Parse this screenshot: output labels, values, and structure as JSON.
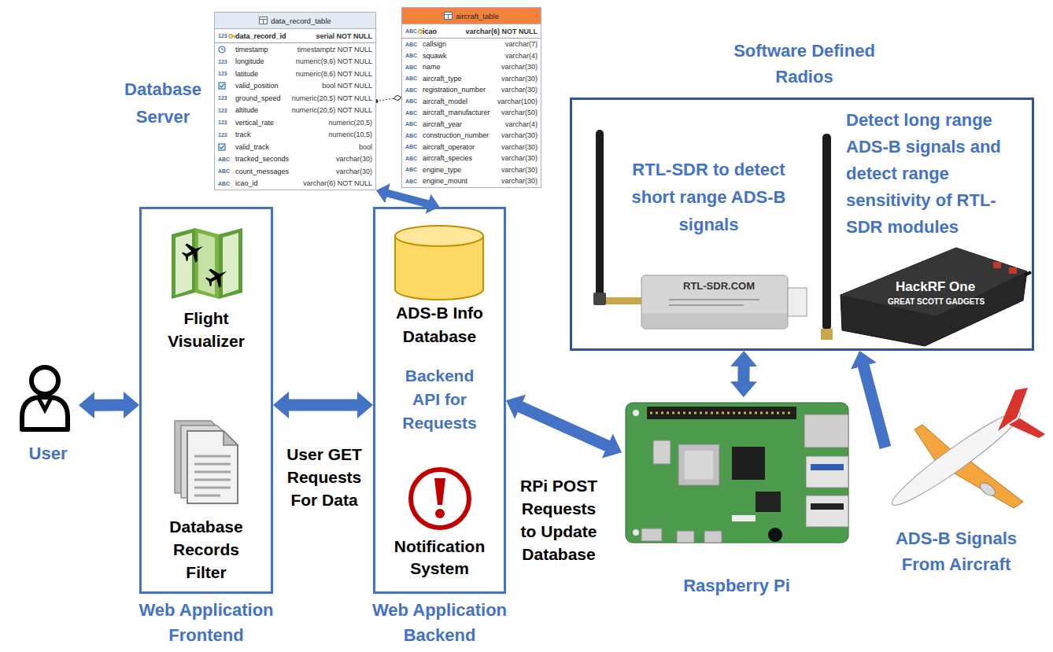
{
  "diagram": {
    "nodes": [
      {
        "text": [
          "data_record_table",
          "123",
          "data_record_id",
          "serial NOT NULL",
          "timestamp",
          "timestamptz NOT NULL",
          "123",
          "longitude",
          "numeric(9,6) NOT NULL",
          "123",
          "latitude",
          "numeric(8,6) NOT NULL",
          "valid_position",
          "bool NOT NULL",
          "123",
          "ground_speed",
          "numeric(20,5) NOT NULL",
          "123",
          "altitude",
          "numeric(20,5) NOT NULL",
          "123",
          "vertical_rate",
          "numeric(20,5)",
          "123",
          "track",
          "numeric(10,5)",
          "valid_track",
          "bool",
          "ABC",
          "tracked_seconds",
          "varchar(30)",
          "ABC",
          "count_messages",
          "varchar(30)",
          "ABC",
          "icao_id",
          "varchar(6) NOT NULL"
        ]
      },
      {
        "text": [
          "aircraft_table",
          "ABC",
          "icao",
          "varchar(6) NOT NULL",
          "ABC",
          "callsign",
          "varchar(7)",
          "ABC",
          "squawk",
          "varchar(4)",
          "ABC",
          "name",
          "varchar(30)",
          "ABC",
          "aircraft_type",
          "varchar(30)",
          "ABC",
          "registration_number",
          "varchar(30)",
          "ABC",
          "aircraft_model",
          "varchar(100)",
          "ABC",
          "aircraft_manufacturer",
          "varchar(50)",
          "ABC",
          "aircraft_year",
          "varchar(4)",
          "ABC",
          "construction_number",
          "varchar(30)",
          "ABC",
          "aircraft_operator",
          "varchar(30)",
          "ABC",
          "aircraft_species",
          "varchar(30)",
          "ABC",
          "engine_type",
          "varchar(30)",
          "ABC",
          "engine_mount",
          "varchar(30)"
        ]
      },
      {
        "text": [
          "Software Defined Radios",
          "RTL-SDR to detect short range ADS-B signals",
          "Detect long range ADS-B signals and detect range sensitivity of RTL-SDR modules"
        ]
      },
      {
        "text": [
          "User"
        ]
      },
      {
        "text": [
          "Flight Visualizer",
          "Database Records Filter",
          "Web Application Frontend"
        ]
      },
      {
        "text": [
          "ADS-B Info Database",
          "Backend API for Requests",
          "Notification System",
          "Web Application Backend"
        ]
      },
      {
        "text": [
          "Raspberry Pi"
        ]
      },
      {
        "text": [
          "ADS-B Signals From Aircraft"
        ]
      }
    ],
    "edges": [
      {
        "from": 3,
        "to": 4,
        "arrow": "both"
      },
      {
        "from": 4,
        "to": 5,
        "arrow": "both",
        "label": "User GET Requests For Data"
      },
      {
        "from": 5,
        "to": 6,
        "arrow": "both",
        "label": "RPi POST Requests to Update Database"
      },
      {
        "from": 6,
        "to": 2,
        "arrow": "both"
      },
      {
        "from": 7,
        "to": 2,
        "arrow": "to"
      },
      {
        "from": 0,
        "to": 5,
        "arrow": "both"
      },
      {
        "from": 0,
        "to": 1,
        "arrow": "none"
      }
    ],
    "labels": [
      "Database Server",
      "RTL-SDR.COM",
      "HackRF One",
      "GREAT SCOTT GADGETS"
    ]
  }
}
